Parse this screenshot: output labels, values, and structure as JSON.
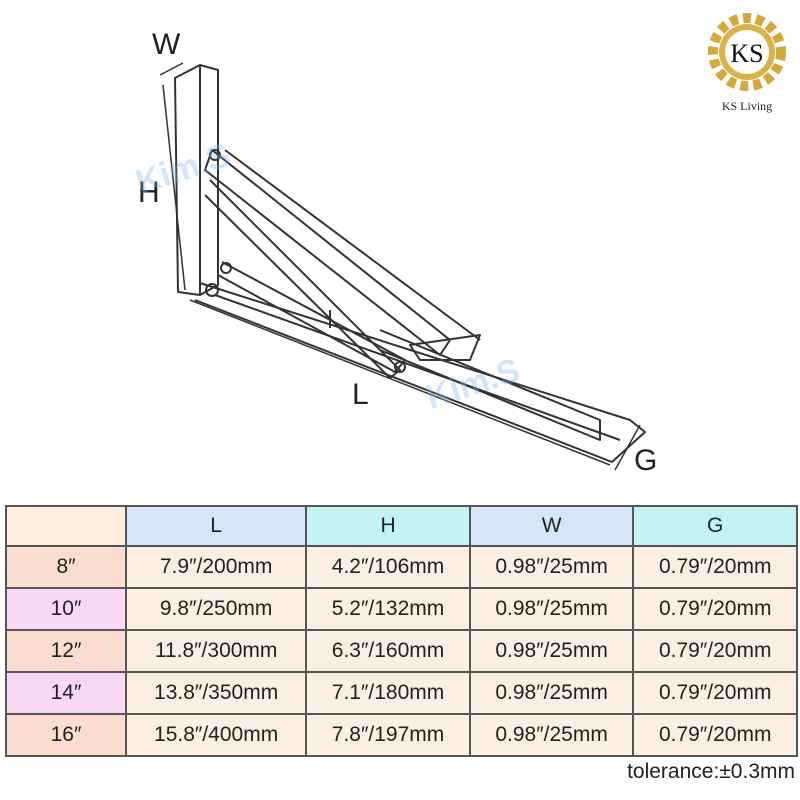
{
  "diagram": {
    "labels": {
      "w": "W",
      "h": "H",
      "l": "L",
      "g": "G"
    },
    "watermark": "Kim.S"
  },
  "logo": {
    "monogram": "KS",
    "name": "KS Living"
  },
  "table": {
    "headers": [
      "",
      "L",
      "H",
      "W",
      "G"
    ],
    "header_colors": [
      "#fdeedd",
      "#d6e6f8",
      "#c2f2f2",
      "#d6e6f8",
      "#c2f2f2"
    ],
    "rows": [
      {
        "size": "8″",
        "color": "#fadcd0",
        "values": [
          "7.9″/200mm",
          "4.2″/106mm",
          "0.98″/25mm",
          "0.79″/20mm"
        ]
      },
      {
        "size": "10″",
        "color": "#f9d8f3",
        "values": [
          "9.8″/250mm",
          "5.2″/132mm",
          "0.98″/25mm",
          "0.79″/20mm"
        ]
      },
      {
        "size": "12″",
        "color": "#fadcd0",
        "values": [
          "11.8″/300mm",
          "6.3″/160mm",
          "0.98″/25mm",
          "0.79″/20mm"
        ]
      },
      {
        "size": "14″",
        "color": "#f9d8f3",
        "values": [
          "13.8″/350mm",
          "7.1″/180mm",
          "0.98″/25mm",
          "0.79″/20mm"
        ]
      },
      {
        "size": "16″",
        "color": "#fadcd0",
        "values": [
          "15.8″/400mm",
          "7.8″/197mm",
          "0.98″/25mm",
          "0.79″/20mm"
        ]
      }
    ]
  },
  "tolerance": "tolerance:±0.3mm"
}
